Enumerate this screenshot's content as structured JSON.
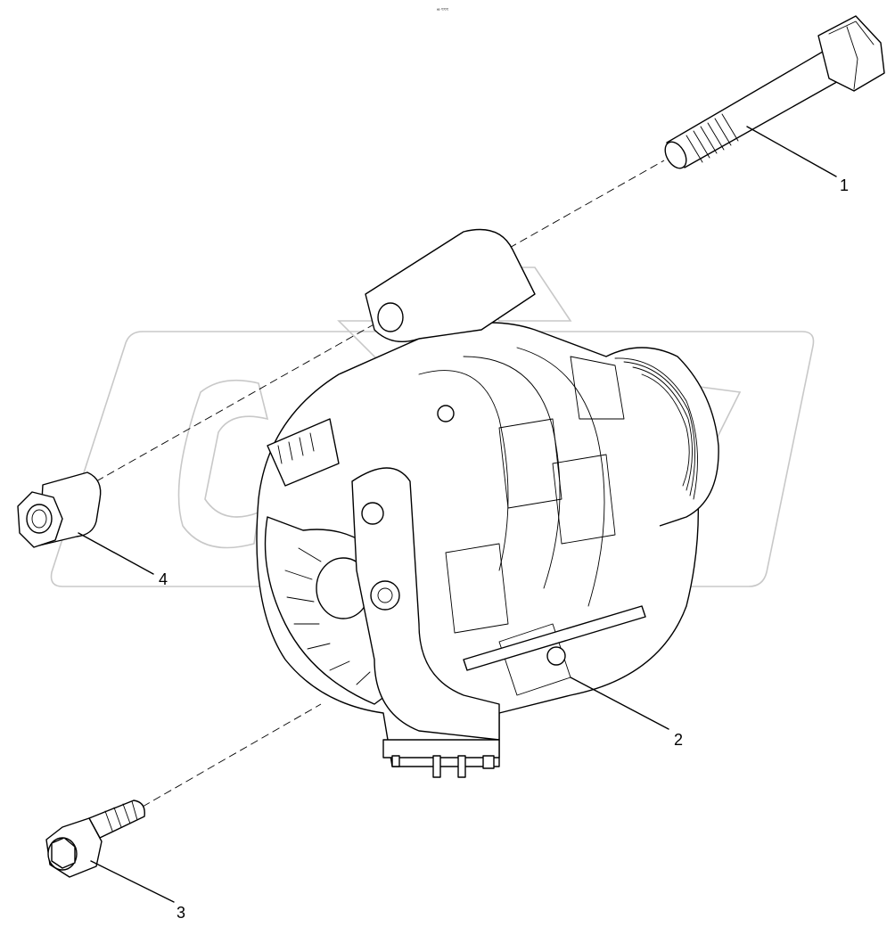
{
  "header_mark": "∞ ≈≈≈",
  "callouts": [
    {
      "id": "1",
      "label": "1"
    },
    {
      "id": "2",
      "label": "2"
    },
    {
      "id": "3",
      "label": "3"
    },
    {
      "id": "4",
      "label": "4"
    }
  ],
  "colors": {
    "line": "#000000",
    "watermark": "#c8c8c8",
    "background": "#ffffff"
  }
}
